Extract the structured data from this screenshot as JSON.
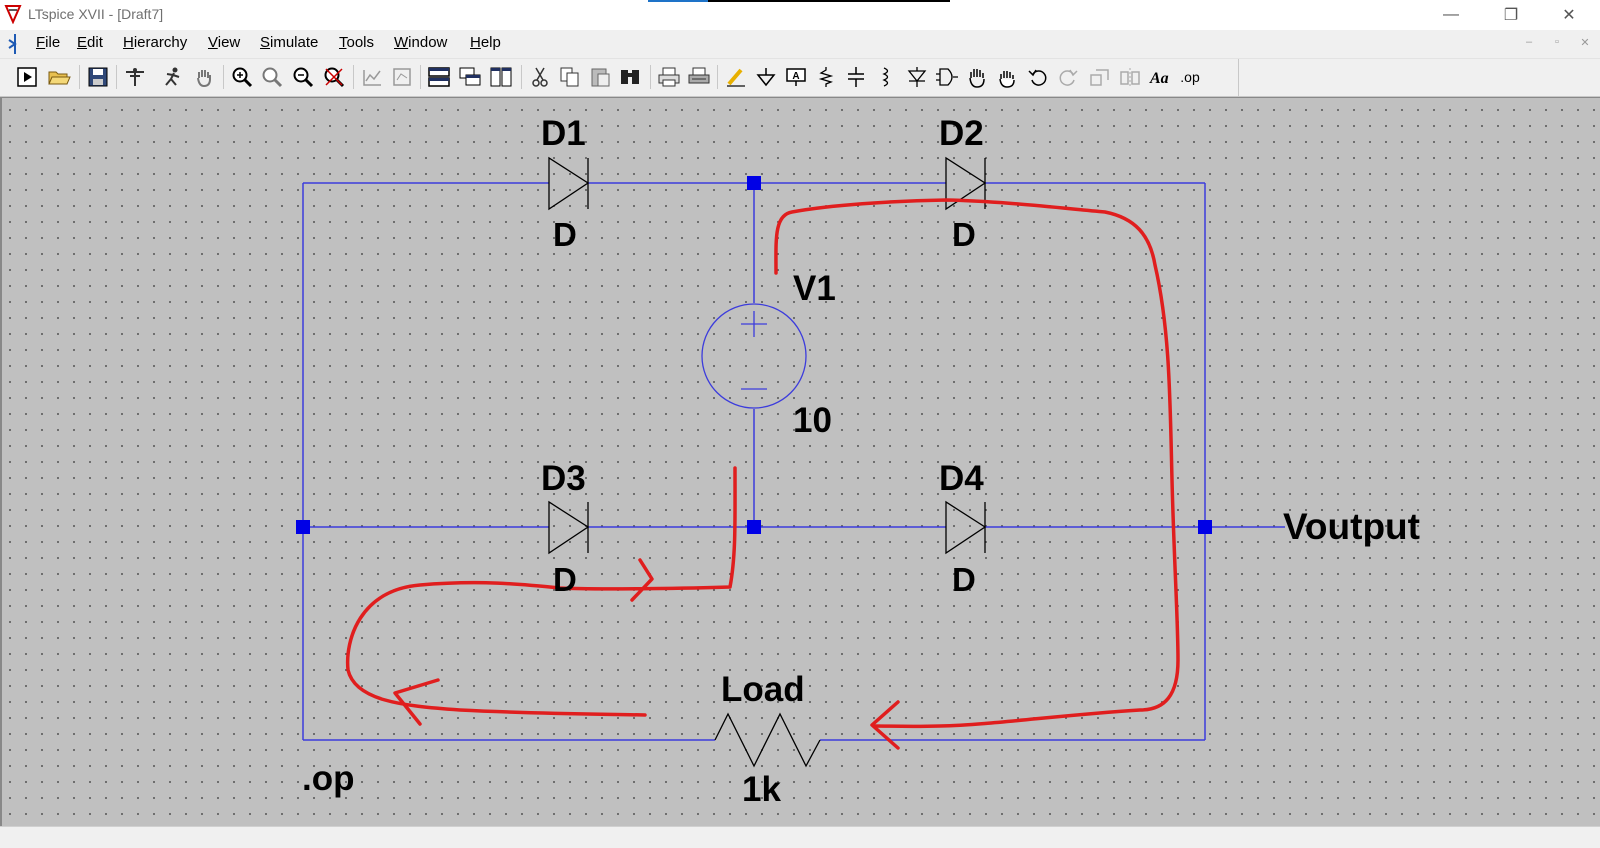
{
  "window": {
    "title": "LTspice XVII - [Draft7]",
    "controls": {
      "minimize": "—",
      "restore": "❐",
      "close": "✕"
    }
  },
  "menu": {
    "items": [
      "File",
      "Edit",
      "Hierarchy",
      "View",
      "Simulate",
      "Tools",
      "Window",
      "Help"
    ]
  },
  "toolbar": {
    "buttons": [
      "run-icon",
      "open-icon",
      "save-icon",
      "control-panel-icon",
      "halt-icon",
      "pan-icon",
      "zoom-in-icon",
      "zoom-full-icon",
      "zoom-out-icon",
      "zoom-cancel-icon",
      "autoscale-icon",
      "plot-settings-icon",
      "tile-horizontal-icon",
      "cascade-icon",
      "tile-vertical-icon",
      "cut-icon",
      "copy-icon",
      "paste-icon",
      "find-icon",
      "print-icon",
      "print-setup-icon",
      "wire-icon",
      "ground-icon",
      "label-net-icon",
      "resistor-icon",
      "capacitor-icon",
      "inductor-icon",
      "diode-icon",
      "component-icon",
      "move-icon",
      "drag-icon",
      "undo-icon",
      "redo-icon",
      "rotate-icon",
      "mirror-icon",
      "text-icon",
      "spice-directive-icon"
    ],
    "spice_directive_label": ".op"
  },
  "schematic": {
    "wire_color": "#3c3cdc",
    "annotation_color": "#e01e1e",
    "labels": {
      "d1_name": "D1",
      "d1_model": "D",
      "d2_name": "D2",
      "d2_model": "D",
      "d3_name": "D3",
      "d3_model": "D",
      "d4_name": "D4",
      "d4_model": "D",
      "v1_name": "V1",
      "v1_value": "10",
      "load_name": "Load",
      "load_value": "1k",
      "net_output": "Voutput",
      "directive": ".op"
    }
  }
}
